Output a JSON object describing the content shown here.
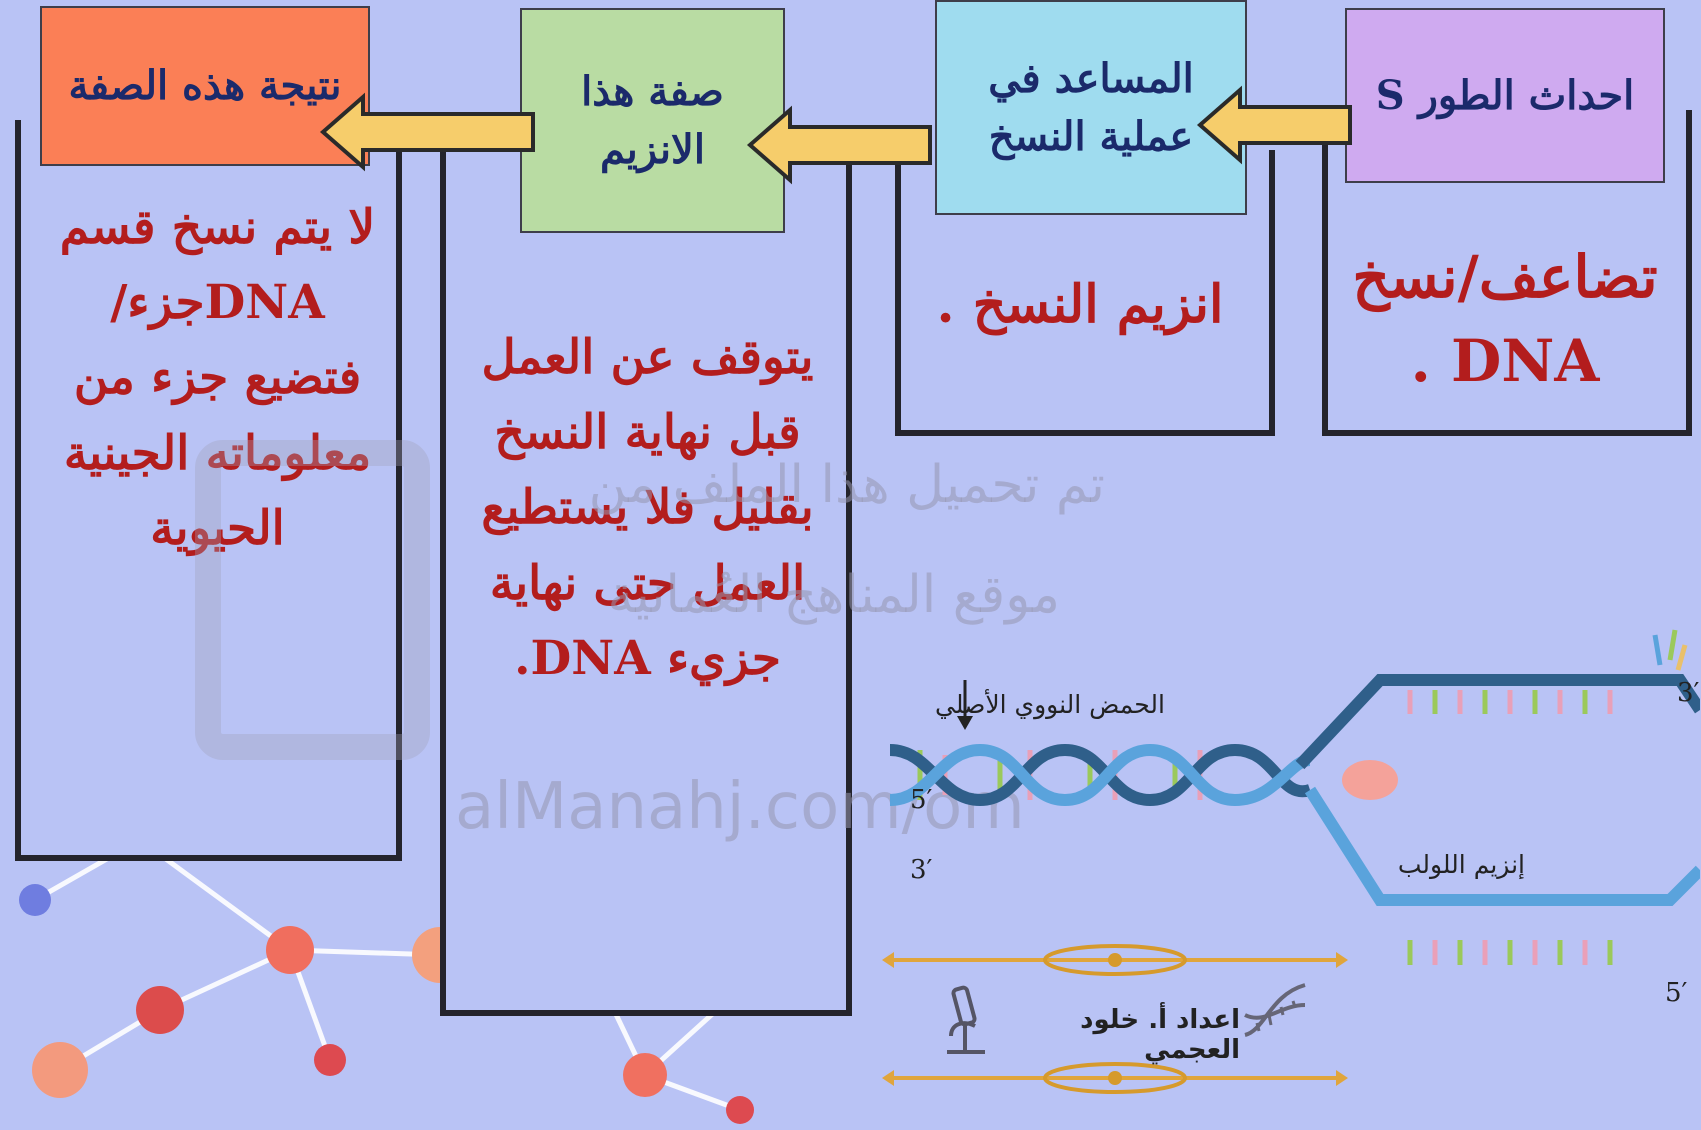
{
  "columns": [
    {
      "header": "احداث الطور S",
      "body": "تضاعف/نسخ DNA .",
      "header_color": "#cfaaf0"
    },
    {
      "header": "المساعد في عملية النسخ",
      "body": "انزيم النسخ .",
      "header_color": "#9fdcef"
    },
    {
      "header": "صفة هذا الانزيم",
      "body": "يتوقف عن العمل قبل نهاية النسخ بقليل فلا يستطيع العمل حتى نهاية جزيء DNA.",
      "header_color": "#b9dca3"
    },
    {
      "header": "نتيجة هذه الصفة",
      "body": "لا يتم نسخ قسم DNAجزء/ فتضيع جزء من معلوماته الجينية الحيوية",
      "header_color": "#fb7f56"
    }
  ],
  "diagram": {
    "label_parent": "الحمض النووي الأصلي",
    "label_enzyme": "إنزيم اللولب",
    "label_5_top": "5′",
    "label_3_top": "3′",
    "label_3_left": "3′",
    "label_5_right": "5′",
    "label_3_right": "3′"
  },
  "credit": "اعداد أ. خلود العجمي",
  "watermark": {
    "line1": "تم تحميل هذا الملف من",
    "line2": "موقع المناهج العُمانية",
    "line3": "alManahj.com/om"
  }
}
